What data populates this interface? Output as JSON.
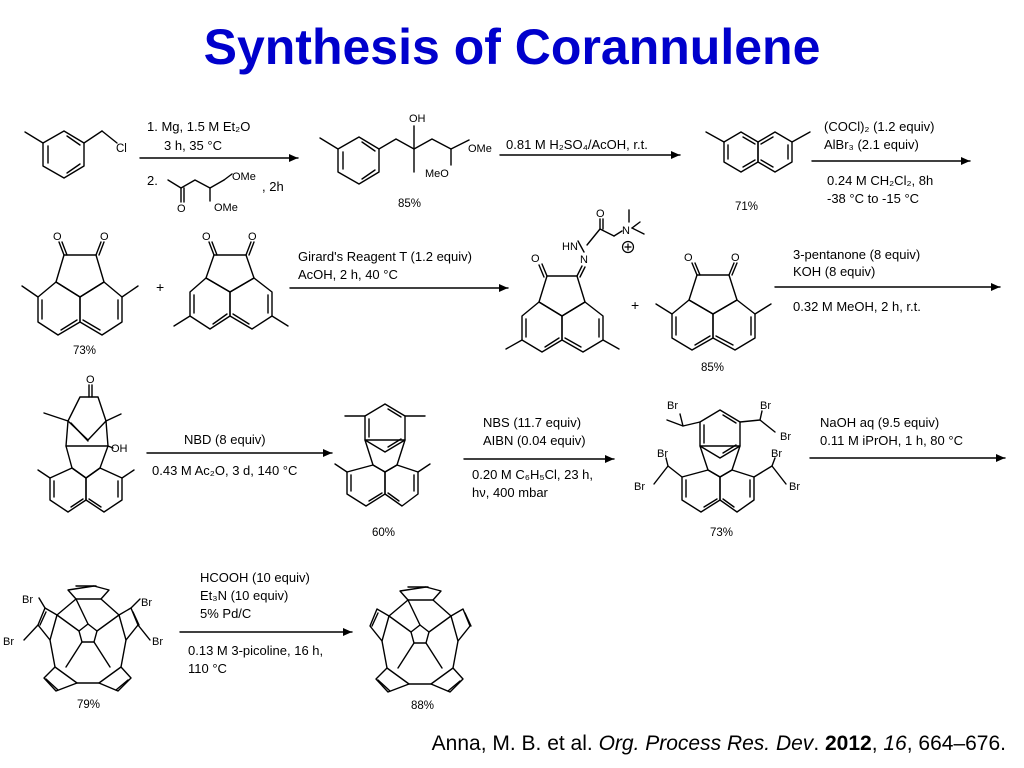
{
  "title": "Synthesis of Corannulene",
  "steps": {
    "s1_line1": "1. Mg, 1.5 M Et₂O",
    "s1_line2": "3 h, 35 °C",
    "s1_line3_num": "2.",
    "s1_line3_time": ", 2h",
    "s2": "0.81 M H₂SO₄/AcOH, r.t.",
    "s3_line1": "(COCl)₂ (1.2 equiv)",
    "s3_line2": "AlBr₃ (2.1 equiv)",
    "s3_line3": "0.24 M CH₂Cl₂, 8h",
    "s3_line4": "-38 °C to -15 °C",
    "s4_line1": "Girard's Reagent T (1.2 equiv)",
    "s4_line2": "AcOH, 2 h, 40 °C",
    "s5_line1": "3-pentanone (8 equiv)",
    "s5_line2": "KOH (8 equiv)",
    "s5_line3": "0.32 M MeOH, 2 h, r.t.",
    "s6_line1": "NBD (8 equiv)",
    "s6_line2": "0.43 M Ac₂O, 3 d, 140 °C",
    "s7_line1": "NBS (11.7 equiv)",
    "s7_line2": "AIBN (0.04 equiv)",
    "s7_line3": "0.20 M C₆H₅Cl, 23 h,",
    "s7_line4": "hν, 400 mbar",
    "s8_line1": "NaOH aq (9.5 equiv)",
    "s8_line2": "0.11 M iPrOH, 1 h, 80 °C",
    "s9_line1": "HCOOH (10 equiv)",
    "s9_line2": "Et₃N (10 equiv)",
    "s9_line3": "5% Pd/C",
    "s9_line4": "0.13 M 3-picoline, 16 h,",
    "s9_line5": "110 °C"
  },
  "yields": {
    "alcohol": "85%",
    "naphthalene": "71%",
    "diketones": "73%",
    "dione_85": "85%",
    "fluoranthene": "60%",
    "bromide": "73%",
    "tetrabromo": "79%",
    "corannulene": "88%"
  },
  "atoms": {
    "cl": "Cl",
    "oh": "OH",
    "ome": "OMe",
    "meo": "MeO",
    "o": "O",
    "hn": "HN",
    "n": "N",
    "br": "Br",
    "plus": "+"
  },
  "citation": {
    "authors": "Anna, M. B. et al. ",
    "journal": "Org. Process Res. Dev",
    "dot": ". ",
    "year": "2012",
    "sep": ", ",
    "volume": "16",
    "pages": ", 664–676."
  },
  "colors": {
    "title": "#0000cc",
    "ink": "#000000"
  }
}
